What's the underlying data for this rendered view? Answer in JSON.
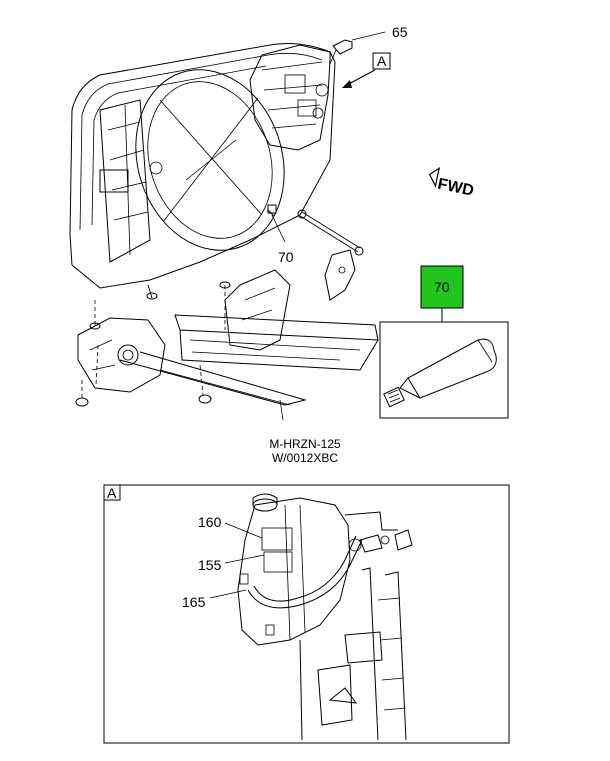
{
  "callouts": {
    "c65": "65",
    "c70_main": "70",
    "c70_box": "70",
    "c160": "160",
    "c155": "155",
    "c165": "165"
  },
  "view_marker": {
    "top": "A",
    "detail": "A"
  },
  "fwd_label": "FWD",
  "caption": {
    "line1": "M-HRZN-125",
    "line2": "W/0012XBC"
  },
  "colors": {
    "part_box": "#22c51c",
    "line": "#000000",
    "background": "#ffffff"
  },
  "icons": {
    "fwd": "forward-arrow-icon",
    "tube": "sealant-tube-icon"
  }
}
